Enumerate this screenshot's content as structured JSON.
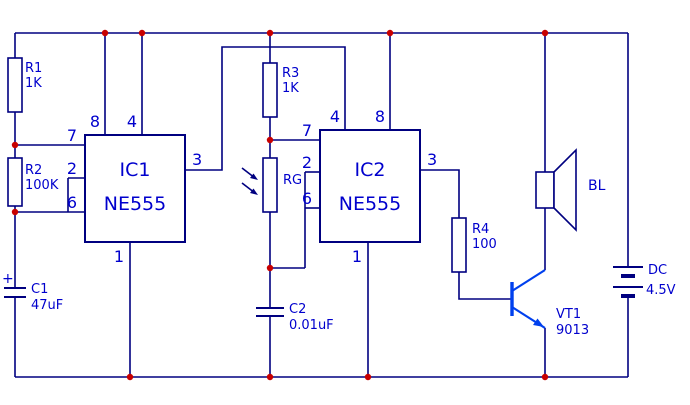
{
  "diagram": {
    "type": "circuit-schematic",
    "description": "Two NE555 timer light-controlled oscillator driving a speaker via a 9013 transistor",
    "colors": {
      "wire": "#000080",
      "label": "#0000cd",
      "junction_dot": "#c80000",
      "transistor": "#0040ee",
      "background": "#ffffff"
    },
    "components": {
      "r1": {
        "name": "R1",
        "value": "1K"
      },
      "r2": {
        "name": "R2",
        "value": "100K"
      },
      "r3": {
        "name": "R3",
        "value": "1K"
      },
      "r4": {
        "name": "R4",
        "value": "100"
      },
      "rg": {
        "name": "RG"
      },
      "c1": {
        "name": "C1",
        "value": "47uF",
        "polarity": "+"
      },
      "c2": {
        "name": "C2",
        "value": "0.01uF"
      },
      "ic1": {
        "name": "IC1",
        "part": "NE555",
        "pins": {
          "p1": "1",
          "p2": "2",
          "p3": "3",
          "p4": "4",
          "p6": "6",
          "p7": "7",
          "p8": "8"
        }
      },
      "ic2": {
        "name": "IC2",
        "part": "NE555",
        "pins": {
          "p1": "1",
          "p2": "2",
          "p3": "3",
          "p4": "4",
          "p6": "6",
          "p7": "7",
          "p8": "8"
        }
      },
      "vt1": {
        "name": "VT1",
        "part": "9013"
      },
      "bl": {
        "name": "BL"
      },
      "battery": {
        "name": "DC",
        "value": "4.5V"
      }
    }
  }
}
